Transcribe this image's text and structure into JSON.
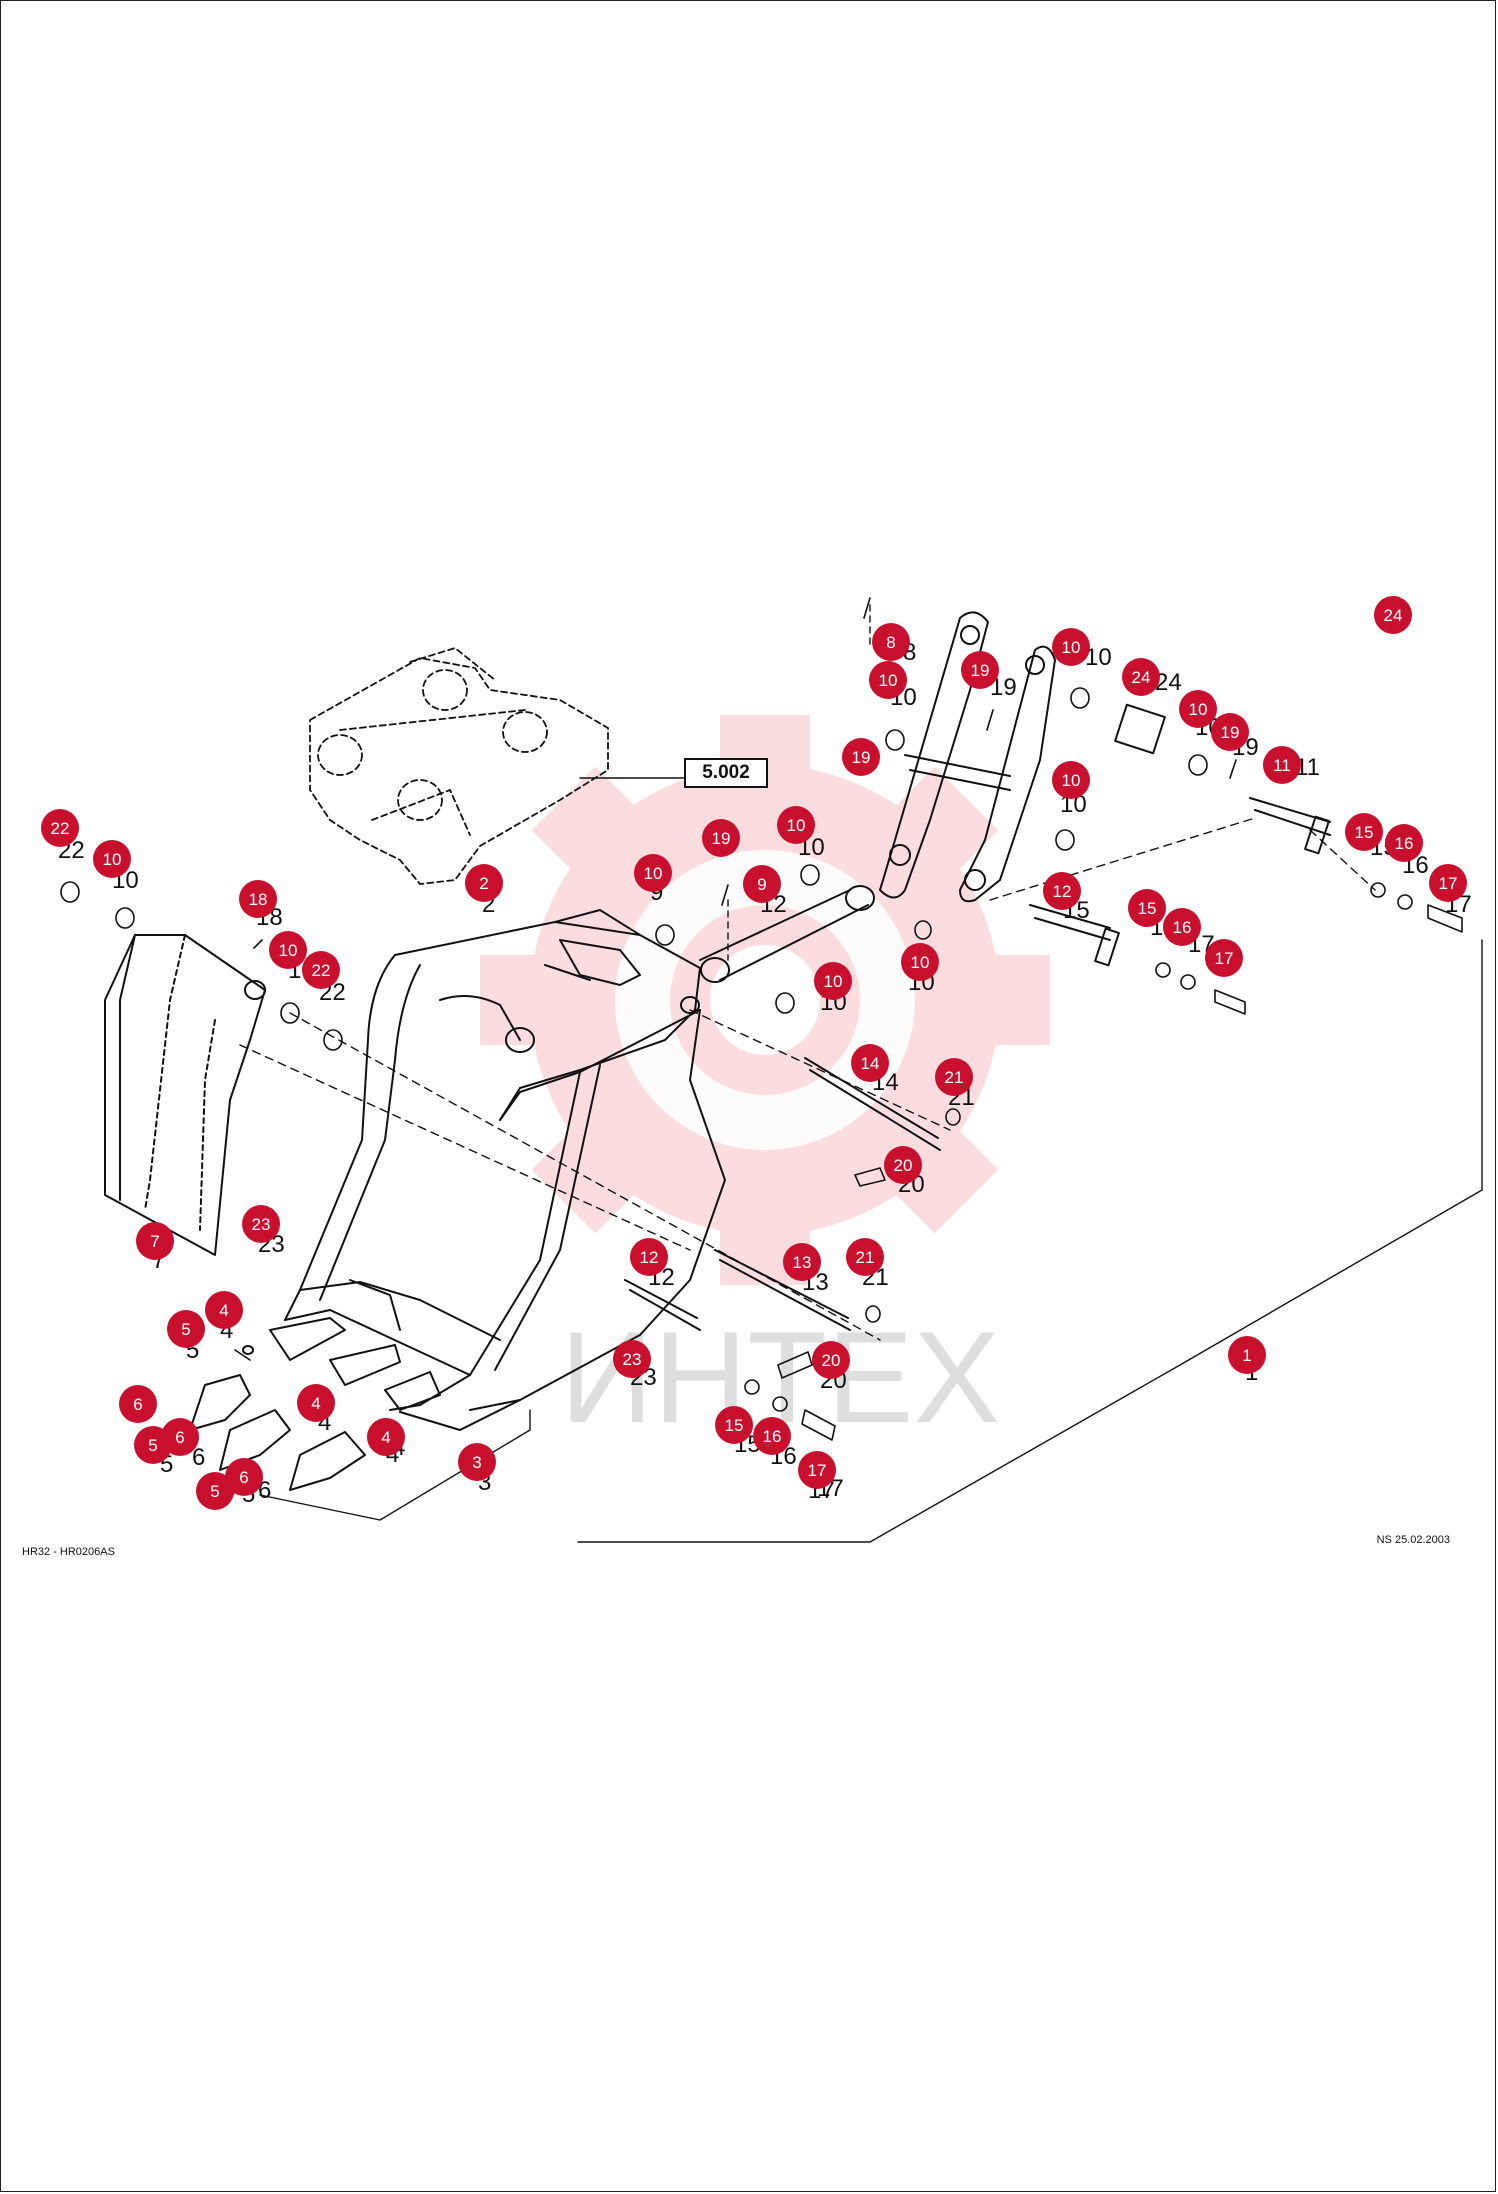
{
  "reference_box": "5.002",
  "footer": {
    "left": "HR32 - HR0206AS",
    "right": "NS 25.02.2003"
  },
  "watermark": {
    "text": "ИНТЕХ",
    "color": "#e8343d"
  },
  "callout_color": "#c8102e",
  "callouts": [
    {
      "label": "24"
    },
    {
      "label": "8"
    },
    {
      "label": "10"
    },
    {
      "label": "10"
    },
    {
      "label": "19"
    },
    {
      "label": "24"
    },
    {
      "label": "10"
    },
    {
      "label": "19"
    },
    {
      "label": "19"
    },
    {
      "label": "11"
    },
    {
      "label": "10"
    },
    {
      "label": "10"
    },
    {
      "label": "19"
    },
    {
      "label": "10"
    },
    {
      "label": "22"
    },
    {
      "label": "10"
    },
    {
      "label": "9"
    },
    {
      "label": "15"
    },
    {
      "label": "16"
    },
    {
      "label": "17"
    },
    {
      "label": "2"
    },
    {
      "label": "12"
    },
    {
      "label": "18"
    },
    {
      "label": "15"
    },
    {
      "label": "16"
    },
    {
      "label": "10"
    },
    {
      "label": "10"
    },
    {
      "label": "17"
    },
    {
      "label": "22"
    },
    {
      "label": "10"
    },
    {
      "label": "14"
    },
    {
      "label": "21"
    },
    {
      "label": "20"
    },
    {
      "label": "23"
    },
    {
      "label": "7"
    },
    {
      "label": "12"
    },
    {
      "label": "13"
    },
    {
      "label": "21"
    },
    {
      "label": "4"
    },
    {
      "label": "5"
    },
    {
      "label": "20"
    },
    {
      "label": "23"
    },
    {
      "label": "1"
    },
    {
      "label": "6"
    },
    {
      "label": "4"
    },
    {
      "label": "5"
    },
    {
      "label": "6"
    },
    {
      "label": "15"
    },
    {
      "label": "16"
    },
    {
      "label": "4"
    },
    {
      "label": "3"
    },
    {
      "label": "17"
    },
    {
      "label": "6"
    },
    {
      "label": "5"
    }
  ],
  "printed_numbers": [
    "8",
    "10",
    "19",
    "10",
    "24",
    "10",
    "11",
    "19",
    "10",
    "15",
    "16",
    "17",
    "22",
    "10",
    "10",
    "9",
    "12",
    "15",
    "16",
    "17",
    "2",
    "18",
    "10",
    "22",
    "10",
    "10",
    "14",
    "21",
    "20",
    "23",
    "7",
    "12",
    "13",
    "21",
    "4",
    "5",
    "20",
    "23",
    "1",
    "15",
    "16",
    "17",
    "4",
    "6",
    "5",
    "3",
    "4",
    "17",
    "6",
    "5",
    "6",
    "4"
  ]
}
